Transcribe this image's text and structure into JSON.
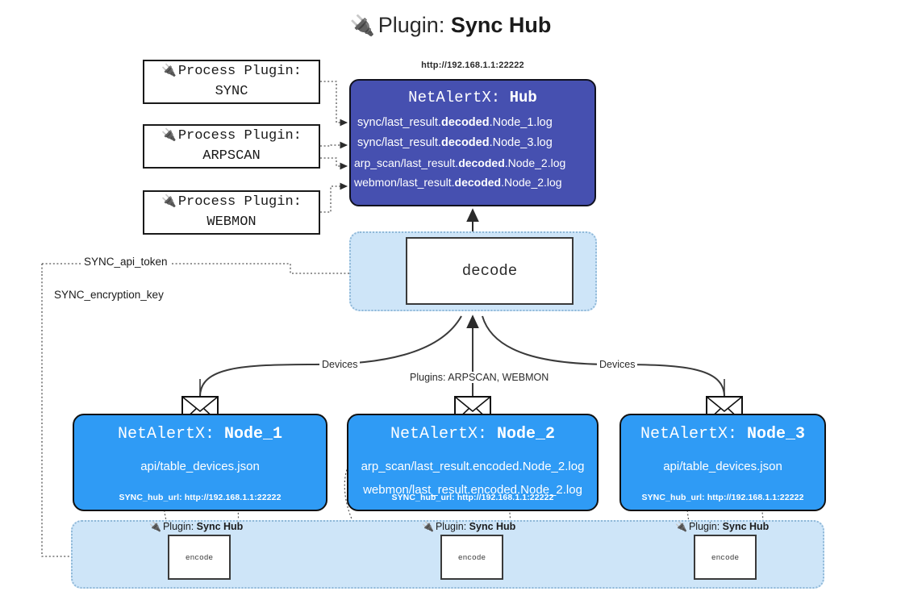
{
  "title": {
    "icon": "plug-icon",
    "prefix": "Plugin: ",
    "name": "Sync Hub"
  },
  "colors": {
    "hub_fill": "#4650b0",
    "node_fill": "#2f9bf5",
    "zone_fill": "#cee5f8",
    "zone_border": "#8fb8d8",
    "box_border": "#111111",
    "text_dark": "#1a1a1a"
  },
  "process_plugins": [
    {
      "prefix": "Process Plugin:",
      "name": "SYNC"
    },
    {
      "prefix": "Process Plugin:",
      "name": "ARPSCAN"
    },
    {
      "prefix": "Process Plugin:",
      "name": "WEBMON"
    }
  ],
  "hub": {
    "url": "http://192.168.1.1:22222",
    "title_prefix": "NetAlertX: ",
    "title_name": "Hub",
    "logs": [
      {
        "pre": "sync/last_result.",
        "bold": "decoded",
        "post": ".Node_1.log"
      },
      {
        "pre": "sync/last_result.",
        "bold": "decoded",
        "post": ".Node_3.log"
      },
      {
        "pre": "arp_scan/last_result.",
        "bold": "decoded",
        "post": ".Node_2.log"
      },
      {
        "pre": "webmon/last_result.",
        "bold": "decoded",
        "post": ".Node_2.log"
      }
    ]
  },
  "decode": {
    "label": "decode"
  },
  "keys": {
    "api_token": "SYNC_api_token",
    "encryption_key": "SYNC_encryption_key"
  },
  "edge_labels": {
    "devices_left": "Devices",
    "plugins_center": "Plugins: ARPSCAN, WEBMON",
    "devices_right": "Devices"
  },
  "nodes": [
    {
      "title_prefix": "NetAlertX: ",
      "title_name": "Node_1",
      "lines": [
        "api/table_devices.json"
      ],
      "hub_url_label": "SYNC_hub_url: http://192.168.1.1:22222",
      "mail_icon": "envelope-icon"
    },
    {
      "title_prefix": "NetAlertX: ",
      "title_name": "Node_2",
      "lines": [
        "arp_scan/last_result.encoded.Node_2.log",
        "webmon/last_result.encoded.Node_2.log"
      ],
      "hub_url_label": "SYNC_hub_url: http://192.168.1.1:22222",
      "mail_icon": "envelope-icon"
    },
    {
      "title_prefix": "NetAlertX: ",
      "title_name": "Node_3",
      "lines": [
        "api/table_devices.json"
      ],
      "hub_url_label": "SYNC_hub_url: http://192.168.1.1:22222",
      "mail_icon": "envelope-icon"
    }
  ],
  "sync_hub_sections": [
    {
      "icon": "plug-icon",
      "prefix": "Plugin: ",
      "name": "Sync Hub",
      "encode_label": "encode"
    },
    {
      "icon": "plug-icon",
      "prefix": "Plugin: ",
      "name": "Sync Hub",
      "encode_label": "encode"
    },
    {
      "icon": "plug-icon",
      "prefix": "Plugin: ",
      "name": "Sync Hub",
      "encode_label": "encode"
    }
  ]
}
